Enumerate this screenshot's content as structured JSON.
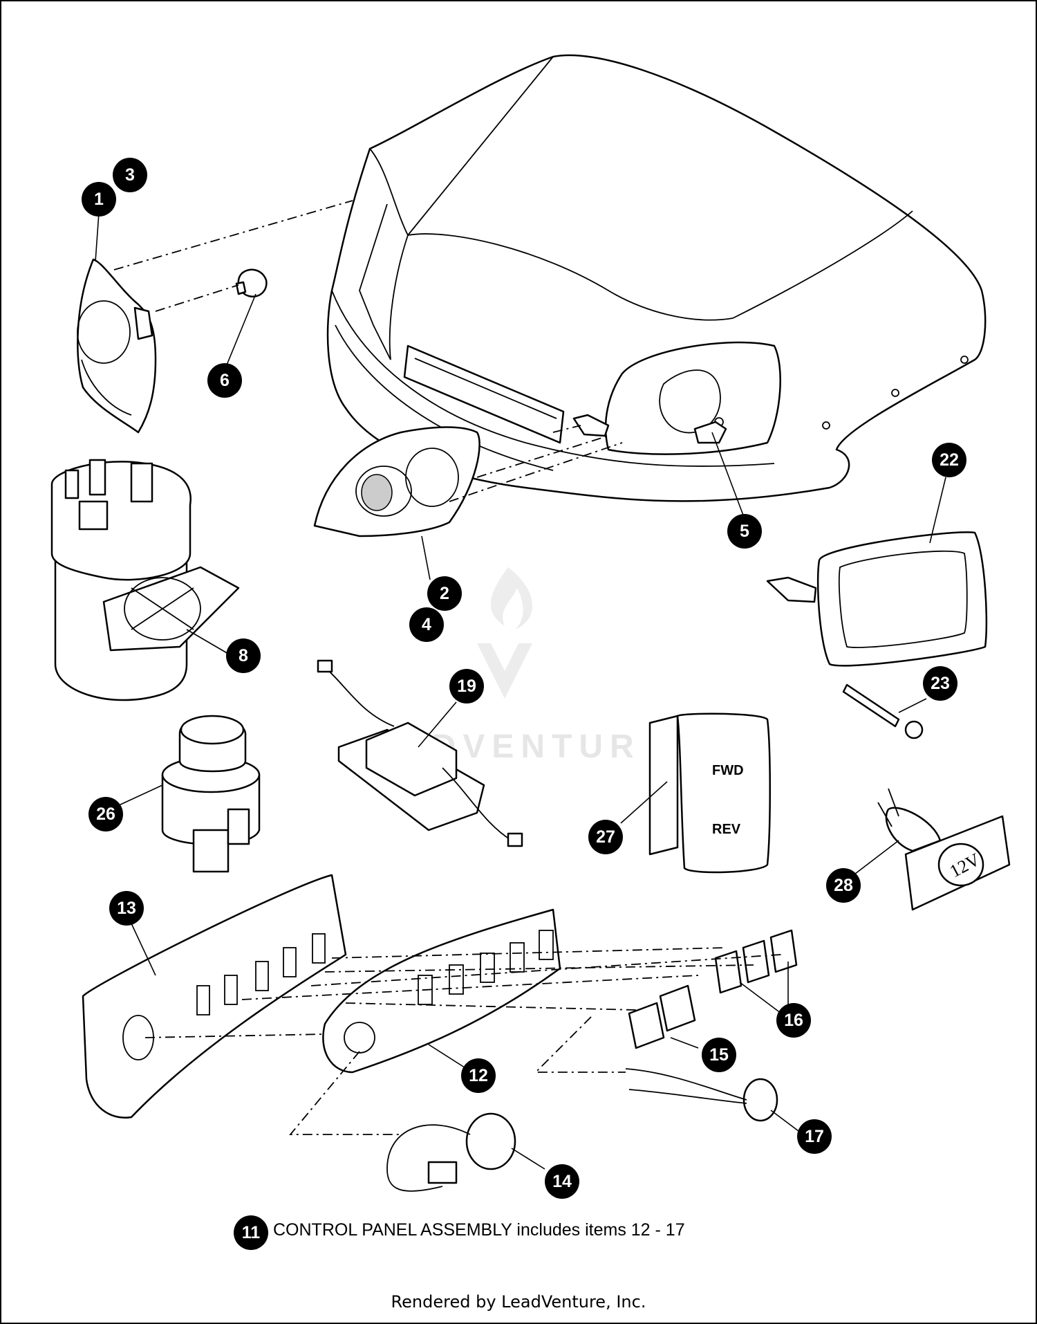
{
  "callouts": [
    "1",
    "2",
    "3",
    "4",
    "5",
    "6",
    "8",
    "11",
    "12",
    "13",
    "14",
    "15",
    "16",
    "17",
    "19",
    "22",
    "23",
    "26",
    "27",
    "28"
  ],
  "assembly_note": {
    "number": "11",
    "text": "CONTROL PANEL ASSEMBLY includes items 12 - 17"
  },
  "switch_labels": {
    "forward": "FWD",
    "reverse": "REV"
  },
  "outlet_label": "12V",
  "watermark": {
    "text": "ADVENTUR"
  },
  "footer": "Rendered by LeadVenture, Inc."
}
